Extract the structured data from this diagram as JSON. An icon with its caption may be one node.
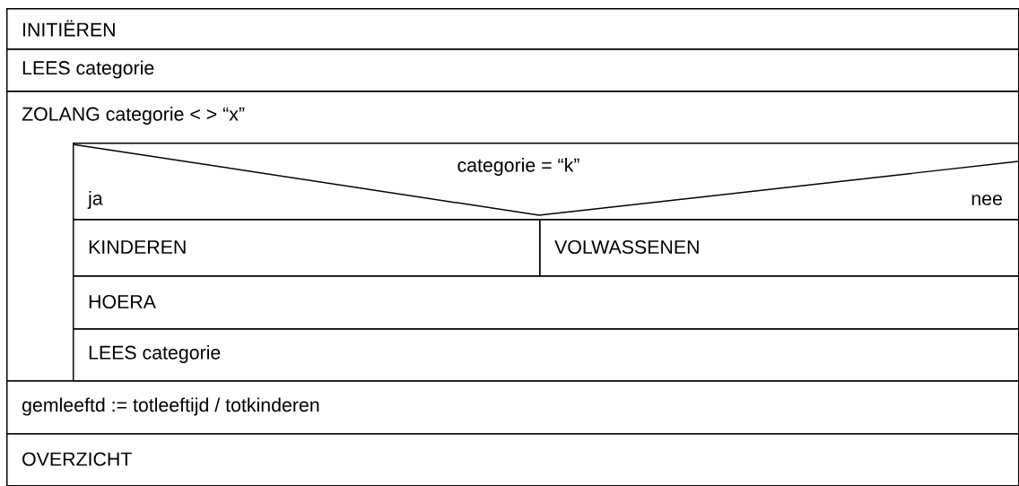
{
  "diagram": {
    "nodes": [
      {
        "text": [
          "INITIËREN"
        ]
      },
      {
        "text": [
          "LEES categorie"
        ]
      },
      {
        "text": [
          "ZOLANG categorie < > “x”"
        ]
      },
      {
        "text": [
          "categorie = “k”",
          "ja",
          "nee"
        ],
        "in": 2
      },
      {
        "text": [
          "KINDEREN"
        ],
        "in": 2
      },
      {
        "text": [
          "VOLWASSENEN"
        ],
        "in": 2
      },
      {
        "text": [
          "HOERA"
        ],
        "in": 2
      },
      {
        "text": [
          "LEES categorie"
        ],
        "in": 2
      },
      {
        "text": [
          "gemleeftd := totleeftijd / totkinderen"
        ]
      },
      {
        "text": [
          "OVERZICHT"
        ]
      }
    ]
  }
}
